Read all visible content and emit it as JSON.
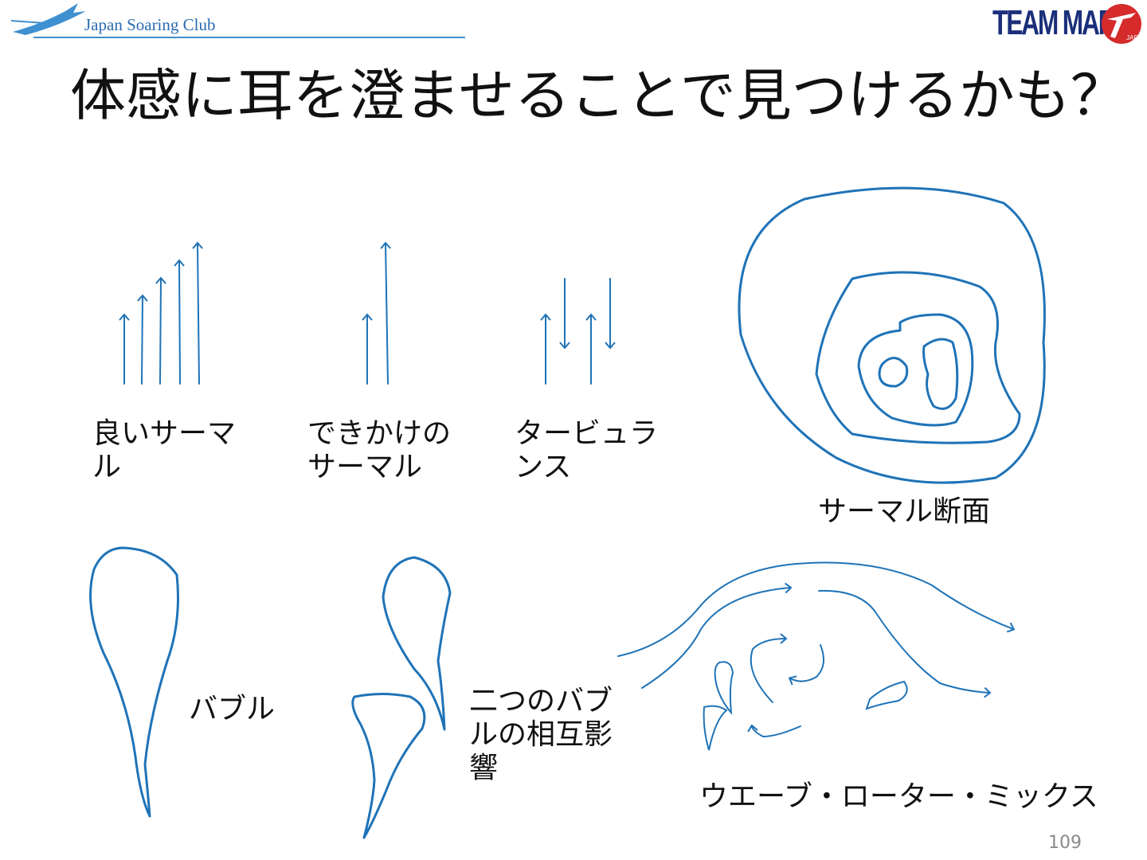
{
  "header": {
    "left_logo_text": "Japan Soaring Club",
    "right_logo_text": "TEAM MARU",
    "right_logo_sub": "JAPAN"
  },
  "title": "体感に耳を澄ませることで見つけるかも？",
  "labels": {
    "good_thermal_1": "良いサーマ",
    "good_thermal_2": "ル",
    "forming_thermal_1": "できかけの",
    "forming_thermal_2": "サーマル",
    "turbulence_1": "タービュラ",
    "turbulence_2": "ンス",
    "thermal_section": "サーマル断面",
    "bubble": "バブル",
    "bubble_interaction_1": "二つのバブ",
    "bubble_interaction_2": "ルの相互影",
    "bubble_interaction_3": "響",
    "wave_rotor_mix": "ウエーブ・ローター・ミックス"
  },
  "page_number": "109",
  "colors": {
    "stroke": "#1f73b7",
    "logo_blue": "#1b2f7a",
    "logo_red": "#d52b2b"
  }
}
